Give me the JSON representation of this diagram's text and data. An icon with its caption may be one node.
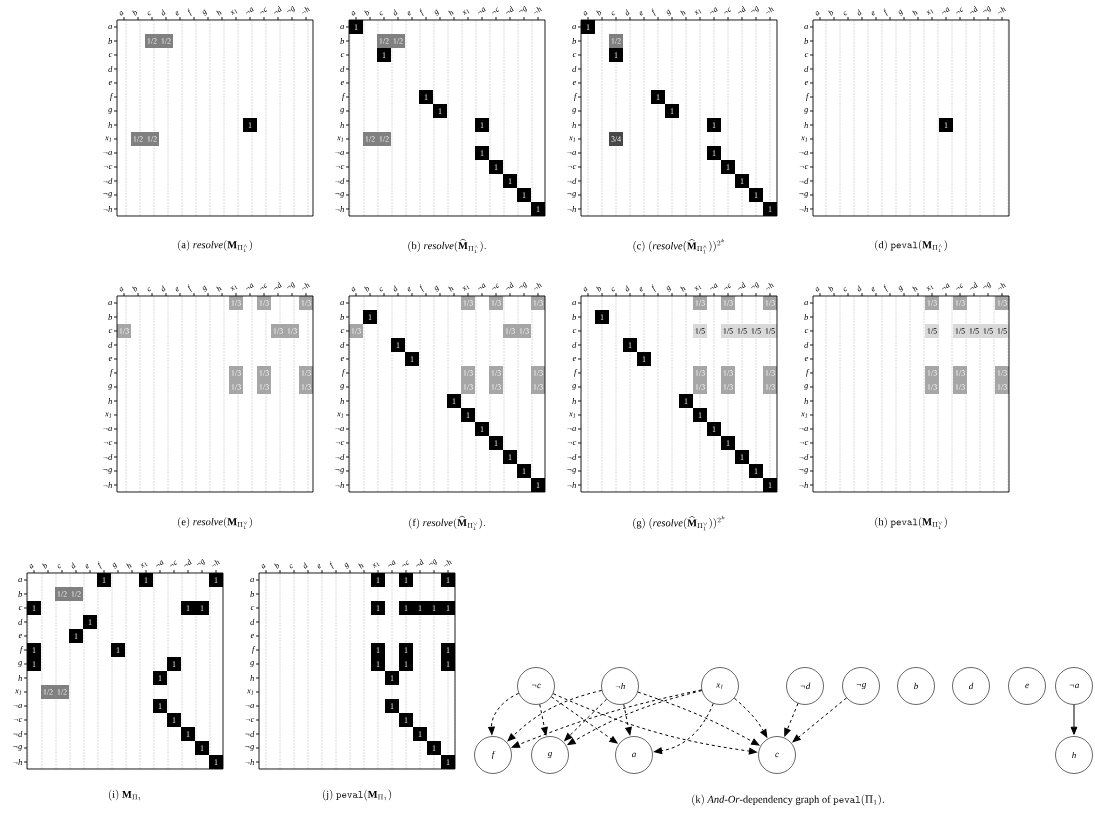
{
  "diagram": {
    "nodes": [
      {
        "text": [
          "¬c"
        ]
      },
      {
        "text": [
          "¬h"
        ]
      },
      {
        "text": [
          "x$_{1}$"
        ]
      },
      {
        "text": [
          "¬d"
        ]
      },
      {
        "text": [
          "¬g"
        ]
      },
      {
        "text": [
          "b"
        ]
      },
      {
        "text": [
          "d"
        ]
      },
      {
        "text": [
          "e"
        ]
      },
      {
        "text": [
          "¬a"
        ]
      },
      {
        "text": [
          "f"
        ]
      },
      {
        "text": [
          "g"
        ]
      },
      {
        "text": [
          "a"
        ]
      },
      {
        "text": [
          "c"
        ]
      },
      {
        "text": [
          "h"
        ]
      }
    ],
    "edges": [
      {
        "from": 0,
        "to": 9,
        "arrow": "to",
        "style": "dashed"
      },
      {
        "from": 0,
        "to": 10,
        "arrow": "to",
        "style": "dashed"
      },
      {
        "from": 0,
        "to": 11,
        "arrow": "to",
        "style": "dashed"
      },
      {
        "from": 0,
        "to": 12,
        "arrow": "to",
        "style": "dashed"
      },
      {
        "from": 1,
        "to": 9,
        "arrow": "to",
        "style": "dashed"
      },
      {
        "from": 1,
        "to": 10,
        "arrow": "to",
        "style": "dashed"
      },
      {
        "from": 1,
        "to": 11,
        "arrow": "to",
        "style": "dashed"
      },
      {
        "from": 1,
        "to": 12,
        "arrow": "to",
        "style": "dashed"
      },
      {
        "from": 2,
        "to": 9,
        "arrow": "to",
        "style": "dashed"
      },
      {
        "from": 2,
        "to": 10,
        "arrow": "to",
        "style": "dashed"
      },
      {
        "from": 2,
        "to": 11,
        "arrow": "to",
        "style": "dashed"
      },
      {
        "from": 2,
        "to": 12,
        "arrow": "to",
        "style": "dashed"
      },
      {
        "from": 3,
        "to": 12,
        "arrow": "to",
        "style": "dashed"
      },
      {
        "from": 4,
        "to": 12,
        "arrow": "to",
        "style": "dashed"
      },
      {
        "from": 8,
        "to": 13,
        "arrow": "to"
      }
    ],
    "labels": [
      "a",
      "b",
      "c",
      "d",
      "e",
      "f",
      "g",
      "h",
      "x$_{1}$",
      "¬a",
      "¬c",
      "¬d",
      "¬g",
      "¬h",
      "a",
      "b",
      "1/2",
      "1/2",
      "c",
      "d",
      "e",
      "f",
      "g",
      "h",
      "1",
      "x$_{1}$",
      "1/2",
      "1/2",
      "¬a",
      "¬c",
      "¬d",
      "¬g",
      "¬h",
      "\\mathrm{(a)}\\ \\mathit{resolve}(\\mathbf{M}_{\\Pi_1^{\\wedge}})",
      "a",
      "b",
      "c",
      "d",
      "e",
      "f",
      "g",
      "h",
      "x$_{1}$",
      "¬a",
      "¬c",
      "¬d",
      "¬g",
      "¬h",
      "a",
      "1",
      "b",
      "1/2",
      "1/2",
      "c",
      "1",
      "d",
      "e",
      "f",
      "1",
      "g",
      "1",
      "h",
      "1",
      "x$_{1}$",
      "1/2",
      "1/2",
      "¬a",
      "1",
      "¬c",
      "1",
      "¬d",
      "1",
      "¬g",
      "1",
      "¬h",
      "1",
      "\\mathrm{(b)}\\ \\mathit{resolve}(\\widehat{\\mathbf{M}}_{\\Pi_1^{\\wedge}}).",
      "a",
      "b",
      "c",
      "d",
      "e",
      "f",
      "g",
      "h",
      "x$_{1}$",
      "¬a",
      "¬c",
      "¬d",
      "¬g",
      "¬h",
      "a",
      "1",
      "b",
      "1/2",
      "c",
      "1",
      "d",
      "e",
      "f",
      "1",
      "g",
      "1",
      "h",
      "1",
      "x$_{1}$",
      "3/4",
      "¬a",
      "1",
      "¬c",
      "1",
      "¬d",
      "1",
      "¬g",
      "1",
      "¬h",
      "1",
      "\\mathrm{(c)}\\ (\\mathit{resolve}(\\widehat{\\mathbf{M}}_{\\Pi_1^{\\wedge}}))^{2^k}",
      "a",
      "b",
      "c",
      "d",
      "e",
      "f",
      "g",
      "h",
      "x$_{1}$",
      "¬a",
      "¬c",
      "¬d",
      "¬g",
      "¬h",
      "a",
      "b",
      "c",
      "d",
      "e",
      "f",
      "g",
      "h",
      "1",
      "x$_{1}$",
      "¬a",
      "¬c",
      "¬d",
      "¬g",
      "¬h",
      "\\mathrm{(d)}\\ \\mathtt{peval}(\\mathbf{M}_{\\Pi_1^{\\wedge}})",
      "a",
      "b",
      "c",
      "d",
      "e",
      "f",
      "g",
      "h",
      "x$_{1}$",
      "¬a",
      "¬c",
      "¬d",
      "¬g",
      "¬h",
      "a",
      "1/3",
      "1/3",
      "1/3",
      "b",
      "c",
      "1/3",
      "1/3",
      "1/3",
      "d",
      "e",
      "f",
      "1/3",
      "1/3",
      "1/3",
      "g",
      "1/3",
      "1/3",
      "1/3",
      "h",
      "x$_{1}$",
      "¬a",
      "¬c",
      "¬d",
      "¬g",
      "¬h",
      "\\mathrm{(e)}\\ \\mathit{resolve}(\\mathbf{M}_{\\Pi_1^{\\vee}})",
      "a",
      "b",
      "c",
      "d",
      "e",
      "f",
      "g",
      "h",
      "x$_{1}$",
      "¬a",
      "¬c",
      "¬d",
      "¬g",
      "¬h",
      "a",
      "1/3",
      "1/3",
      "1/3",
      "b",
      "1",
      "c",
      "1/3",
      "1/3",
      "1/3",
      "d",
      "1",
      "e",
      "1",
      "f",
      "1/3",
      "1/3",
      "1/3",
      "g",
      "1/3",
      "1/3",
      "1/3",
      "h",
      "1",
      "x$_{1}$",
      "1",
      "¬a",
      "1",
      "¬c",
      "1",
      "¬d",
      "1",
      "¬g",
      "1",
      "¬h",
      "1",
      "\\mathrm{(f)}\\ \\mathit{resolve}(\\widehat{\\mathbf{M}}_{\\Pi_1^{\\vee}}).",
      "a",
      "b",
      "c",
      "d",
      "e",
      "f",
      "g",
      "h",
      "x$_{1}$",
      "¬a",
      "¬c",
      "¬d",
      "¬g",
      "¬h",
      "a",
      "1/3",
      "1/3",
      "1/3",
      "b",
      "1",
      "c",
      "1/5",
      "1/5",
      "1/5",
      "1/5",
      "1/5",
      "d",
      "1",
      "e",
      "1",
      "f",
      "1/3",
      "1/3",
      "1/3",
      "g",
      "1/3",
      "1/3",
      "1/3",
      "h",
      "1",
      "x$_{1}$",
      "1",
      "¬a",
      "1",
      "¬c",
      "1",
      "¬d",
      "1",
      "¬g",
      "1",
      "¬h",
      "1",
      "\\mathrm{(g)}\\ (\\mathit{resolve}(\\widehat{\\mathbf{M}}_{\\Pi_1^{\\vee}}))^{2^k}",
      "a",
      "b",
      "c",
      "d",
      "e",
      "f",
      "g",
      "h",
      "x$_{1}$",
      "¬a",
      "¬c",
      "¬d",
      "¬g",
      "¬h",
      "a",
      "1/3",
      "1/3",
      "1/3",
      "b",
      "c",
      "1/5",
      "1/5",
      "1/5",
      "1/5",
      "1/5",
      "d",
      "e",
      "f",
      "1/3",
      "1/3",
      "1/3",
      "g",
      "1/3",
      "1/3",
      "1/3",
      "h",
      "x$_{1}$",
      "¬a",
      "¬c",
      "¬d",
      "¬g",
      "¬h",
      "\\mathrm{(h)}\\ \\mathtt{peval}(\\mathbf{M}_{\\Pi_1^{\\vee}})",
      "a",
      "b",
      "c",
      "d",
      "e",
      "f",
      "g",
      "h",
      "x$_{1}$",
      "¬a",
      "¬c",
      "¬d",
      "¬g",
      "¬h",
      "a",
      "1",
      "1",
      "1",
      "b",
      "1/2",
      "1/2",
      "c",
      "1",
      "1",
      "1",
      "d",
      "1",
      "e",
      "1",
      "f",
      "1",
      "1",
      "g",
      "1",
      "1",
      "h",
      "1",
      "x$_{1}$",
      "1/2",
      "1/2",
      "¬a",
      "1",
      "¬c",
      "1",
      "¬d",
      "1",
      "¬g",
      "1",
      "¬h",
      "1",
      "\\mathrm{(i)}\\ \\mathbf{M}_{\\Pi_1}",
      "a",
      "b",
      "c",
      "d",
      "e",
      "f",
      "g",
      "h",
      "x$_{1}$",
      "¬a",
      "¬c",
      "¬d",
      "¬g",
      "¬h",
      "a",
      "1",
      "1",
      "1",
      "b",
      "c",
      "1",
      "1",
      "1",
      "1",
      "1",
      "d",
      "e",
      "f",
      "1",
      "1",
      "1",
      "g",
      "1",
      "1",
      "1",
      "h",
      "1",
      "x$_{1}$",
      "¬a",
      "1",
      "¬c",
      "1",
      "¬d",
      "1",
      "¬g",
      "1",
      "¬h",
      "1",
      "\\mathrm{(j)}\\ \\mathtt{peval}(\\mathbf{M}_{\\Pi_1})",
      "\\mathrm{(k)}\\ \\mathit{And}\\text{-}\\mathit{Or}\\text{-dependency graph of }\\mathtt{peval}(\\Pi_1)."
    ]
  }
}
